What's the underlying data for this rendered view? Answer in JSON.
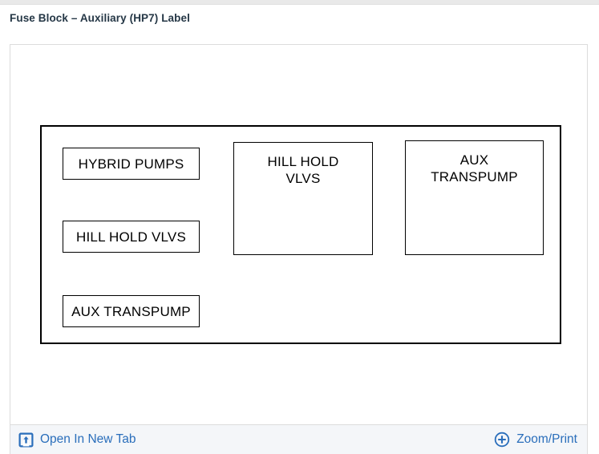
{
  "page": {
    "title": "Fuse Block – Auxiliary (HP7) Label"
  },
  "colors": {
    "title_text": "#253746",
    "link_blue": "#2a6ebb",
    "card_border": "#dcdcdc",
    "toolbar_bg": "#f4f6f9",
    "diagram_stroke": "#000000",
    "top_strip": "#e9e9e9"
  },
  "diagram": {
    "name": "fuse-block-auxiliary-hp7",
    "boxes": [
      {
        "id": "hybrid-pumps",
        "label": "HYBRID PUMPS",
        "lines": [
          "HYBRID PUMPS"
        ],
        "size": "small"
      },
      {
        "id": "hill-hold-vlvs",
        "label": "HILL HOLD VLVS",
        "lines": [
          "HILL HOLD VLVS"
        ],
        "size": "small"
      },
      {
        "id": "aux-transpump",
        "label": "AUX TRANSPUMP",
        "lines": [
          "AUX TRANSPUMP"
        ],
        "size": "small"
      },
      {
        "id": "hill-hold-vlvs-large",
        "label": "HILL HOLD VLVS",
        "lines": [
          "HILL HOLD",
          "VLVS"
        ],
        "size": "large"
      },
      {
        "id": "aux-transpump-large",
        "label": "AUX TRANSPUMP",
        "lines": [
          "AUX",
          "TRANSPUMP"
        ],
        "size": "large"
      }
    ]
  },
  "toolbar": {
    "open_new_tab_label": "Open In New Tab",
    "open_new_tab_icon": "external-link-icon",
    "zoom_print_label": "Zoom/Print",
    "zoom_print_icon": "circle-plus-icon"
  }
}
